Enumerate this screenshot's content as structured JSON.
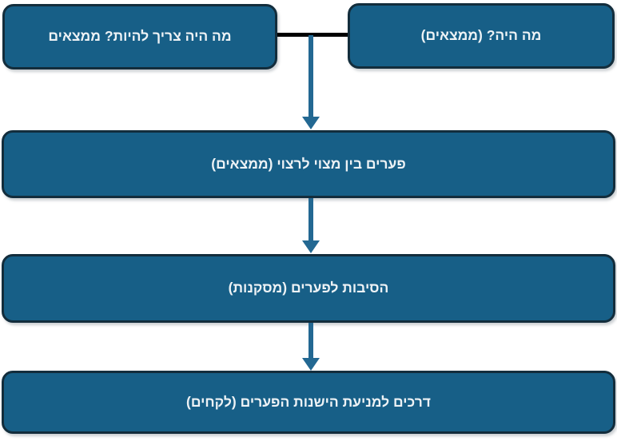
{
  "diagram": {
    "type": "flowchart",
    "direction": "rtl",
    "nodes": {
      "what_should": {
        "label": "מה היה צריך להיות? ממצאים"
      },
      "what_was": {
        "label": "מה היה? (ממצאים)"
      },
      "gaps": {
        "label": "פערים בין מצוי לרצוי (ממצאים)"
      },
      "reasons": {
        "label": "הסיבות לפערים (מסקנות)"
      },
      "prevention": {
        "label": "דרכים למניעת הישנות הפערים (לקחים)"
      }
    },
    "colors": {
      "node_fill": "#175F87",
      "node_border": "#132D3C",
      "arrow": "#236892",
      "connector_line": "#000000",
      "text": "#EDF2F5",
      "background": "#FFFFFF"
    }
  }
}
